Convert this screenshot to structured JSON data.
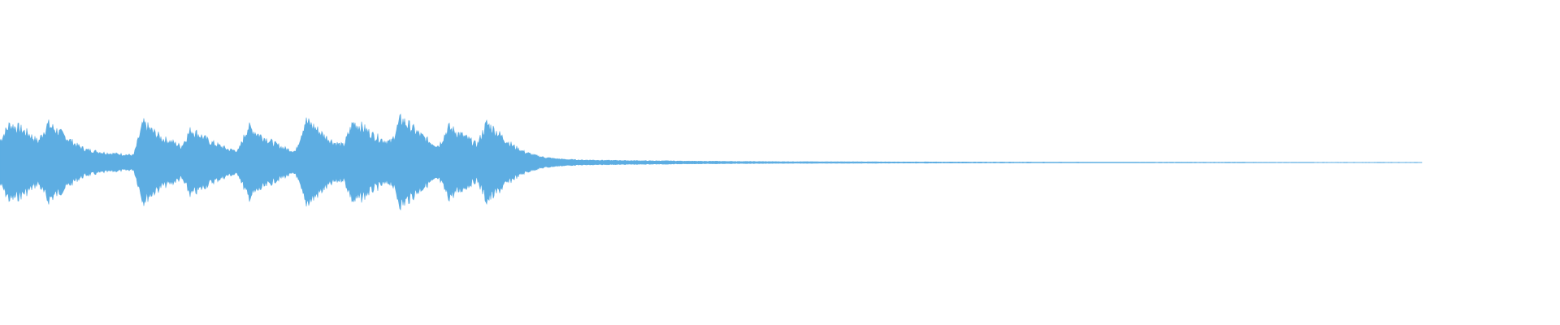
{
  "waveform": {
    "color": "#5DADE2",
    "background": "#FFFFFF",
    "envelope": [
      0.55,
      0.95,
      0.86,
      0.72,
      0.52,
      0.96,
      0.8,
      0.62,
      0.44,
      0.32,
      0.28,
      0.24,
      0.22,
      0.2,
      0.18,
      0.98,
      0.78,
      0.6,
      0.52,
      0.4,
      0.82,
      0.68,
      0.52,
      0.42,
      0.32,
      0.3,
      0.9,
      0.72,
      0.58,
      0.44,
      0.34,
      0.28,
      1.05,
      0.88,
      0.66,
      0.5,
      0.42,
      1.0,
      0.88,
      0.7,
      0.58,
      0.5,
      1.1,
      0.9,
      0.7,
      0.52,
      0.42,
      0.88,
      0.74,
      0.6,
      0.44,
      0.98,
      0.78,
      0.56,
      0.38,
      0.26,
      0.18,
      0.13,
      0.1,
      0.08,
      0.07,
      0.06,
      0.06,
      0.055,
      0.05,
      0.05,
      0.045,
      0.045,
      0.04,
      0.04,
      0.04,
      0.035,
      0.035,
      0.03,
      0.03,
      0.03,
      0.028,
      0.026,
      0.025,
      0.024,
      0.023,
      0.022,
      0.021,
      0.02,
      0.02,
      0.02,
      0.019,
      0.018,
      0.018,
      0.017,
      0.017,
      0.016,
      0.016,
      0.015,
      0.015,
      0.015,
      0.014,
      0.014,
      0.014,
      0.013,
      0.013,
      0.013,
      0.012,
      0.012,
      0.012,
      0.012,
      0.011,
      0.011,
      0.011,
      0.011,
      0.01,
      0.01,
      0.01,
      0.01,
      0.01,
      0.009,
      0.009,
      0.009,
      0.009,
      0.009,
      0.008,
      0.008,
      0.008,
      0.008,
      0.008,
      0.008,
      0.007,
      0.007,
      0.007,
      0.007,
      0.007,
      0.007,
      0.006,
      0.006,
      0.006,
      0.006,
      0.006,
      0.006,
      0.005,
      0.005,
      0.005,
      0.005,
      0.005,
      0.005,
      0.005,
      0.005,
      0.005,
      0.005,
      0.005,
      0.005
    ]
  }
}
